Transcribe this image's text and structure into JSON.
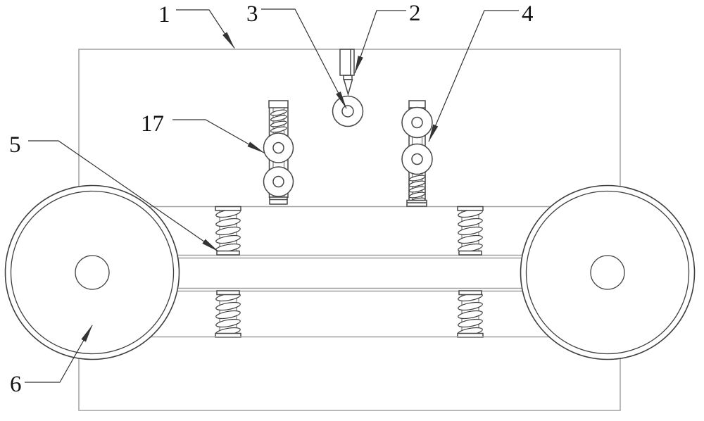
{
  "figure": {
    "type": "patent-line-drawing",
    "background": "#ffffff",
    "palette": {
      "frame": "#a0a0a0",
      "detail": "#474747",
      "leader": "#333333",
      "label": "#121212"
    },
    "labels": {
      "l1": "1",
      "l2": "2",
      "l3": "3",
      "l4": "4",
      "l5": "5",
      "l6": "6",
      "l17": "17"
    }
  }
}
